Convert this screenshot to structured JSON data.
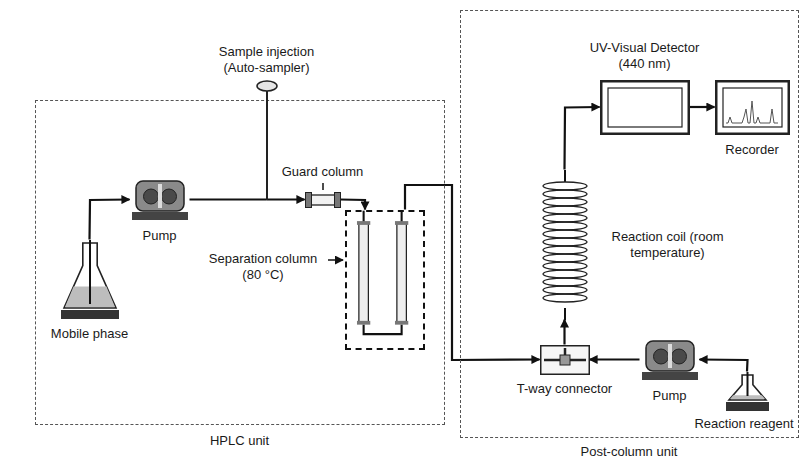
{
  "diagram": {
    "nodes": [
      {
        "text": [
          "HPLC unit"
        ]
      },
      {
        "text": [
          "Mobile phase"
        ],
        "in": 0
      },
      {
        "text": [
          "Pump"
        ],
        "in": 0
      },
      {
        "text": [
          "Sample injection (Auto-sampler)"
        ],
        "in": 0
      },
      {
        "text": [
          "Guard column"
        ],
        "in": 0
      },
      {
        "text": [
          "Separation column (80 °C)"
        ],
        "in": 0
      },
      {
        "text": [
          "Post-column unit"
        ]
      },
      {
        "text": [
          "UV-Visual Detector (440 nm)"
        ],
        "in": 6
      },
      {
        "text": [
          "Recorder"
        ],
        "in": 6
      },
      {
        "text": [
          "Reaction coil (room temperature)"
        ],
        "in": 6
      },
      {
        "text": [
          "T-way connector"
        ],
        "in": 6
      },
      {
        "text": [
          "Pump"
        ],
        "in": 6
      },
      {
        "text": [
          "Reaction reagent"
        ],
        "in": 6
      }
    ],
    "edges": [
      {
        "from": 1,
        "to": 2,
        "arrow": "to"
      },
      {
        "from": 2,
        "to": 3,
        "arrow": "none"
      },
      {
        "from": 3,
        "to": 4,
        "arrow": "to"
      },
      {
        "from": 4,
        "to": 5,
        "arrow": "to"
      },
      {
        "from": 5,
        "to": 10,
        "arrow": "to"
      },
      {
        "from": 12,
        "to": 11,
        "arrow": "to"
      },
      {
        "from": 11,
        "to": 10,
        "arrow": "to"
      },
      {
        "from": 10,
        "to": 9,
        "arrow": "to"
      },
      {
        "from": 9,
        "to": 7,
        "arrow": "to"
      },
      {
        "from": 7,
        "to": 8,
        "arrow": "to"
      }
    ]
  }
}
